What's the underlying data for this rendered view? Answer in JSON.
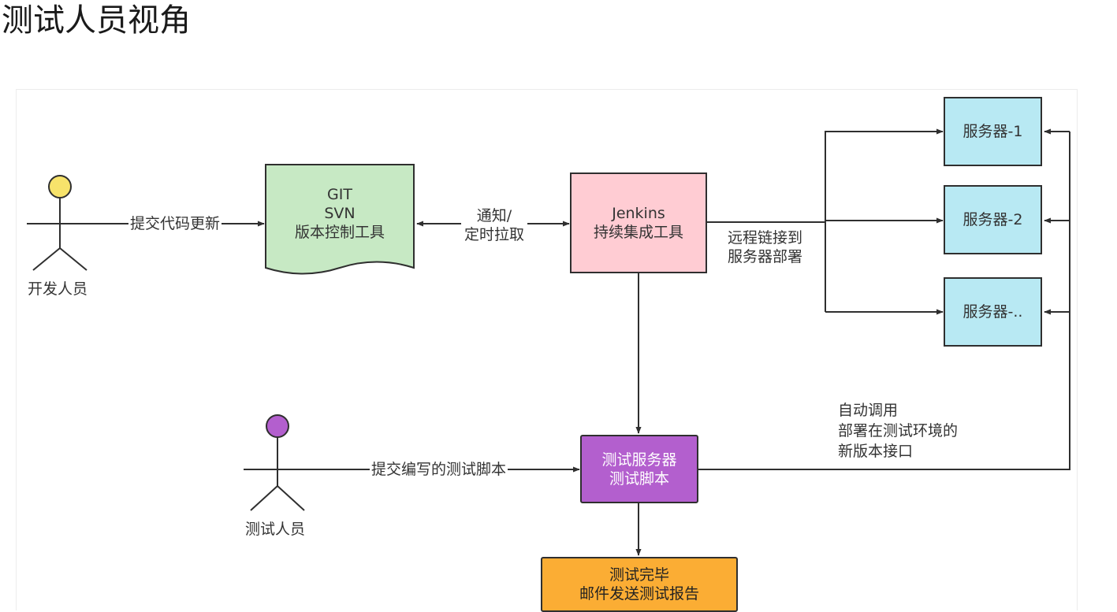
{
  "page": {
    "title": "测试人员视角"
  },
  "actors": {
    "developer": {
      "label": "开发人员",
      "color": "#f7e36b"
    },
    "tester": {
      "label": "测试人员",
      "color": "#b35fce"
    }
  },
  "nodes": {
    "vcs": {
      "lines": [
        "GIT",
        "SVN",
        "版本控制工具"
      ],
      "color": "#c7e9c4"
    },
    "jenkins": {
      "lines": [
        "Jenkins",
        "持续集成工具"
      ],
      "color": "#ffccd3"
    },
    "server1": {
      "label": "服务器-1",
      "color": "#b8e9f3"
    },
    "server2": {
      "label": "服务器-2",
      "color": "#b8e9f3"
    },
    "server3": {
      "label": "服务器-..",
      "color": "#b8e9f3"
    },
    "test_server": {
      "lines": [
        "测试服务器",
        "测试脚本"
      ],
      "color": "#b35fce"
    },
    "report": {
      "lines": [
        "测试完毕",
        "邮件发送测试报告"
      ],
      "color": "#fbad34"
    }
  },
  "edges": {
    "commit_code": "提交代码更新",
    "notify": [
      "通知/",
      "定时拉取"
    ],
    "deploy": [
      "远程链接到",
      "服务器部署"
    ],
    "commit_script": "提交编写的测试脚本",
    "auto_call": [
      "自动调用",
      "部署在测试环境的",
      "新版本接口"
    ]
  }
}
